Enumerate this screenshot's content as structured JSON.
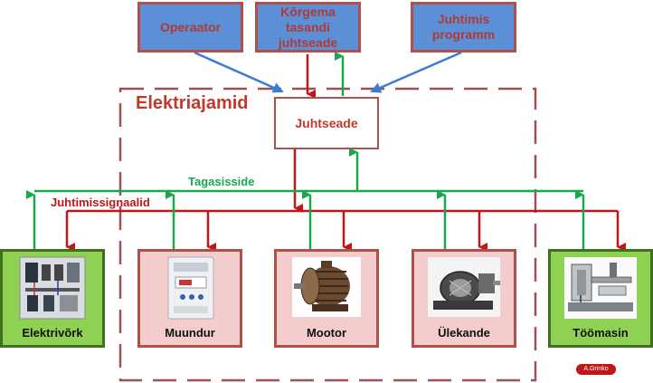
{
  "top_boxes": {
    "operator": "Operaator",
    "higher_controller": "Kõrgema tasandi juhtseade",
    "control_program": "Juhtimis programm"
  },
  "group_title": "Elektriajamid",
  "controller": "Juhtseade",
  "feedback_label": "Tagasisside",
  "control_signals_label": "Juhtimissignaalid",
  "components": {
    "grid": "Elektrivõrk",
    "converter": "Muundur",
    "motor": "Mootor",
    "transmission": "Ülekande",
    "machine": "Töömasin"
  },
  "signature": "A.Grinko",
  "colors": {
    "feedback_line": "#18a84e",
    "control_line": "#c0161a",
    "input_line": "#3a7bd5",
    "top_box_fill": "#5b8fd6",
    "green_box_fill": "#8fd253",
    "pink_box_fill": "#f3cccc"
  }
}
